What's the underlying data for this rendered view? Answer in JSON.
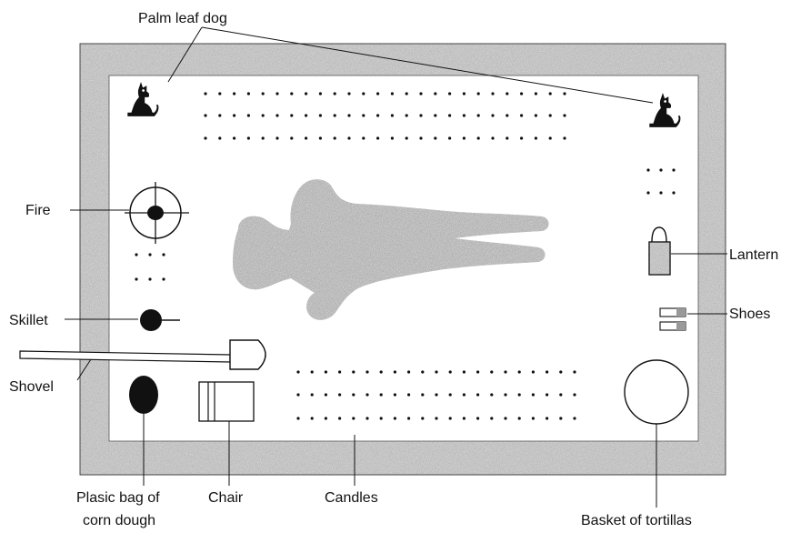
{
  "labels": {
    "palm_leaf_dog": "Palm leaf dog",
    "fire": "Fire",
    "skillet": "Skillet",
    "shovel": "Shovel",
    "lantern": "Lantern",
    "shoes": "Shoes",
    "plastic_bag_line1": "Plasic bag of",
    "plastic_bag_line2": "corn dough",
    "chair": "Chair",
    "candles": "Candles",
    "basket": "Basket of tortillas"
  },
  "icons": {
    "dog": "sitting-dog-icon",
    "fire": "crosshair-fire-icon",
    "lantern": "lantern-icon",
    "shoes": "shoes-icon",
    "basket": "circle-basket-icon",
    "chair": "chair-icon",
    "shovel": "shovel-icon",
    "skillet": "skillet-icon",
    "bag": "oval-bag-icon",
    "person": "human-figure-icon"
  },
  "colors": {
    "frame": "#a9a9a9",
    "body": "#9a9a9a",
    "ink": "#111111"
  }
}
